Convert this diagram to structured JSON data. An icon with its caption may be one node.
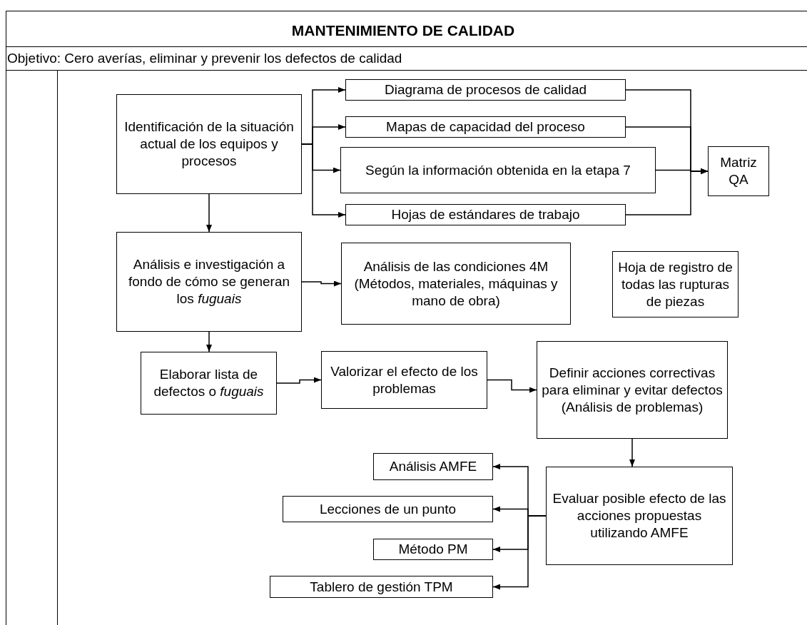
{
  "diagram": {
    "title": "MANTENIMIENTO DE CALIDAD",
    "nodes": [
      {
        "text": [
          "Identificación de la situación actual de los equipos y procesos"
        ]
      },
      {
        "text": [
          "Diagrama de procesos de calidad"
        ]
      },
      {
        "text": [
          "Mapas de capacidad del proceso"
        ]
      },
      {
        "text": [
          "Según la información obtenida en la etapa 7"
        ]
      },
      {
        "text": [
          "Hojas de estándares de trabajo"
        ]
      },
      {
        "text": [
          "Matriz QA"
        ]
      },
      {
        "text": [
          "Análisis e investigación a fondo de cómo se generan los *fuguais*"
        ]
      },
      {
        "text": [
          "Análisis de las condiciones 4M (Métodos, materiales, máquinas y mano de obra)"
        ]
      },
      {
        "text": [
          "Hoja de registro de todas las rupturas de piezas"
        ]
      },
      {
        "text": [
          "Elaborar lista de defectos o *fuguais*"
        ]
      },
      {
        "text": [
          "Valorizar el efecto de los problemas"
        ]
      },
      {
        "text": [
          "Definir acciones correctivas para eliminar y evitar defectos (Análisis de problemas)"
        ]
      },
      {
        "text": [
          "Evaluar posible efecto de las acciones propuestas utilizando AMFE"
        ]
      },
      {
        "text": [
          "Análisis AMFE"
        ]
      },
      {
        "text": [
          "Lecciones de un punto"
        ]
      },
      {
        "text": [
          "Método PM"
        ]
      },
      {
        "text": [
          "Tablero de gestión TPM"
        ]
      }
    ],
    "edges": [
      {
        "from": 0,
        "to": 1,
        "arrow": "to"
      },
      {
        "from": 0,
        "to": 2,
        "arrow": "to"
      },
      {
        "from": 0,
        "to": 3,
        "arrow": "to"
      },
      {
        "from": 0,
        "to": 4,
        "arrow": "to"
      },
      {
        "from": 1,
        "to": 5,
        "arrow": "to"
      },
      {
        "from": 2,
        "to": 5,
        "arrow": "to"
      },
      {
        "from": 3,
        "to": 5,
        "arrow": "to"
      },
      {
        "from": 4,
        "to": 5,
        "arrow": "to"
      },
      {
        "from": 0,
        "to": 6,
        "arrow": "to"
      },
      {
        "from": 6,
        "to": 7,
        "arrow": "to"
      },
      {
        "from": 6,
        "to": 9,
        "arrow": "to"
      },
      {
        "from": 9,
        "to": 10,
        "arrow": "to"
      },
      {
        "from": 10,
        "to": 11,
        "arrow": "to"
      },
      {
        "from": 11,
        "to": 12,
        "arrow": "to"
      },
      {
        "from": 12,
        "to": 13,
        "arrow": "to"
      },
      {
        "from": 12,
        "to": 14,
        "arrow": "to"
      },
      {
        "from": 12,
        "to": 15,
        "arrow": "to"
      },
      {
        "from": 12,
        "to": 16,
        "arrow": "to"
      }
    ],
    "labels": [
      "Objetivo: Cero averías, eliminar y prevenir los defectos de calidad"
    ]
  }
}
